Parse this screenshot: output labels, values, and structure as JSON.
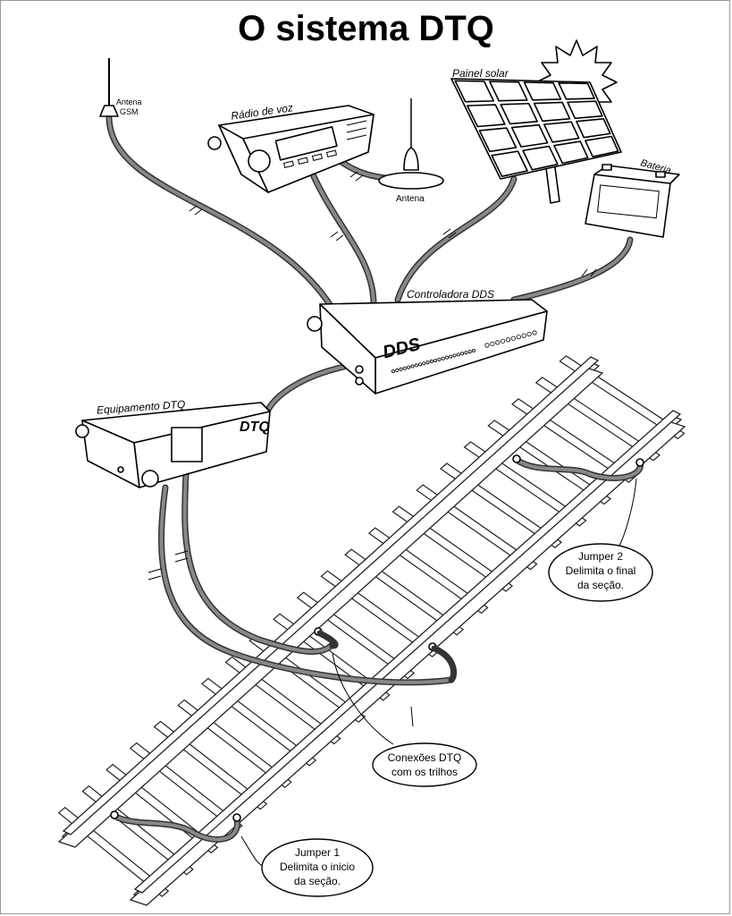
{
  "title": "O sistema DTQ",
  "labels": {
    "antena_gsm_line1": "Antena",
    "antena_gsm_line2": "GSM",
    "radio": "Rádio de voz",
    "antena": "Antena",
    "painel": "Painel solar",
    "bateria": "Bateria",
    "controladora": "Controladora DDS",
    "equipamento": "Equipamento DTQ",
    "dds_logo": "DDS",
    "dtq_logo": "DTQ"
  },
  "callouts": {
    "jumper2": [
      "Jumper 2",
      "Delimita o final",
      "da seção."
    ],
    "conexoes": [
      "Conexões DTQ",
      "com os trilhos"
    ],
    "jumper1": [
      "Jumper 1",
      "Delimita o inicio",
      "da seção."
    ]
  }
}
